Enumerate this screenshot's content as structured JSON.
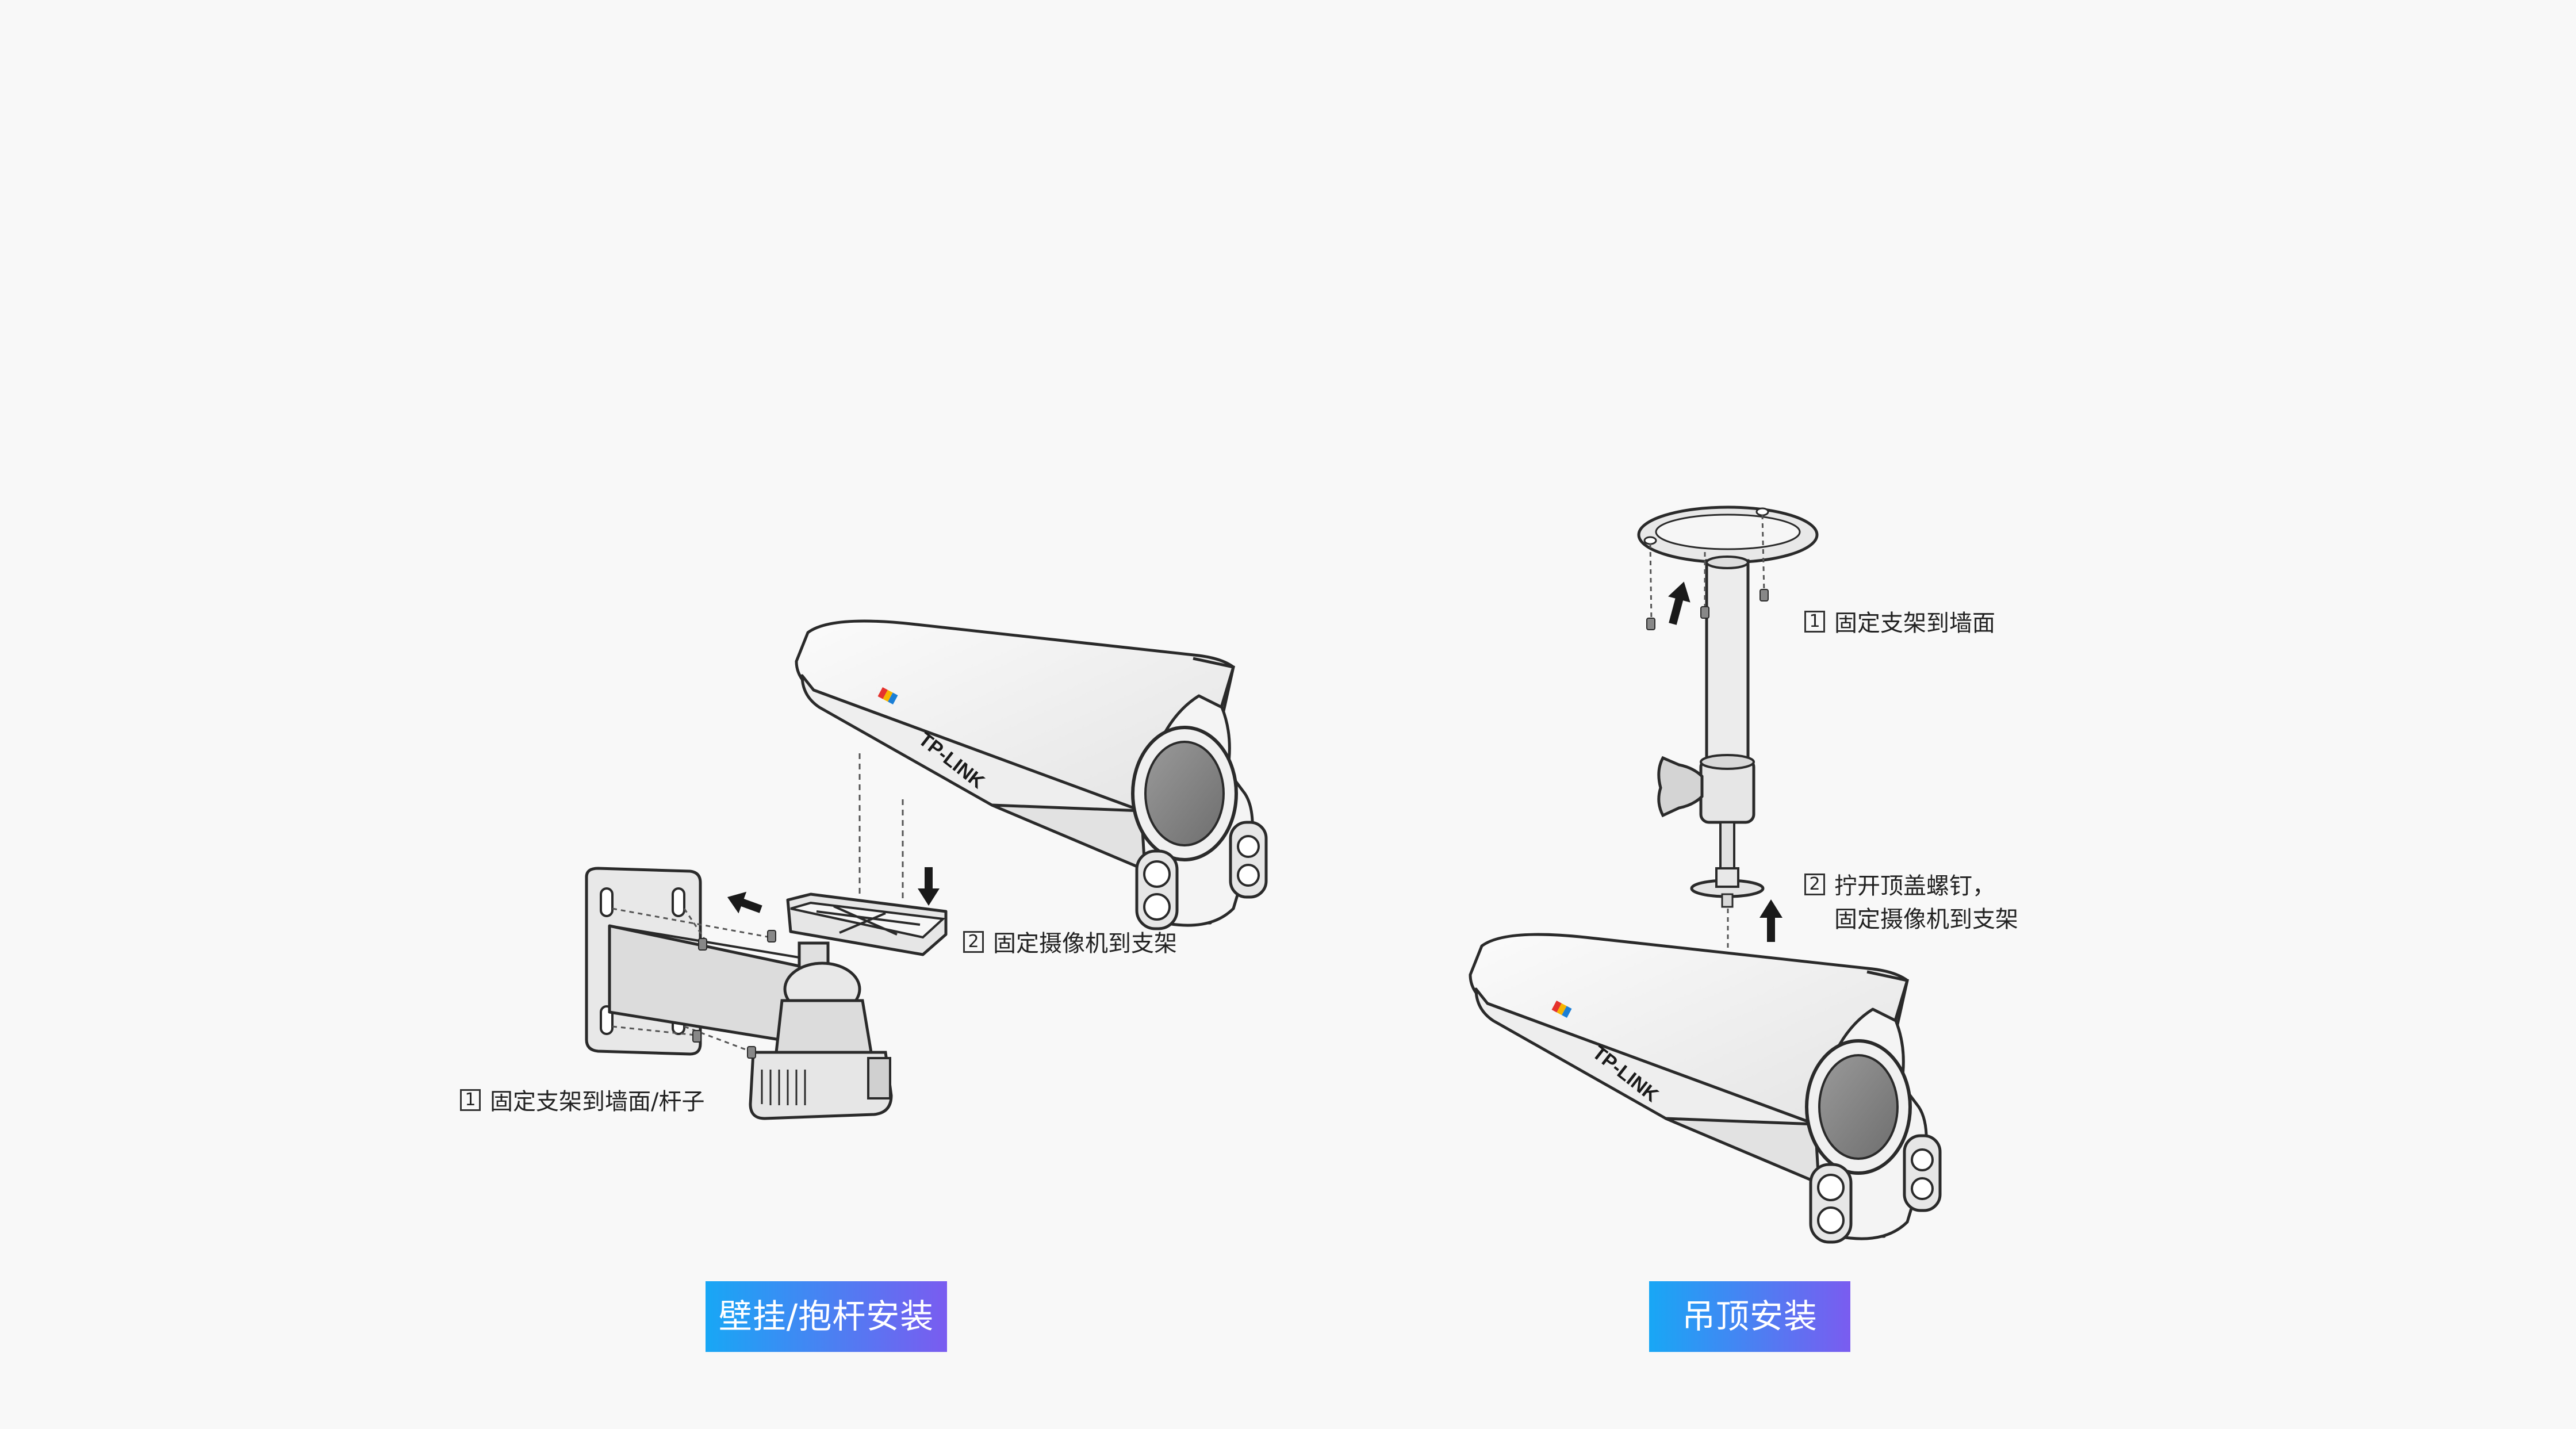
{
  "steps": {
    "wall_step1": {
      "num": "1",
      "text": "固定支架到墙面/杆子"
    },
    "wall_step2": {
      "num": "2",
      "text": "固定摄像机到支架"
    },
    "ceiling_step1": {
      "num": "1",
      "text": "固定支架到墙面"
    },
    "ceiling_step2": {
      "num": "2",
      "line1": "拧开顶盖螺钉，",
      "line2": "固定摄像机到支架"
    }
  },
  "brand": {
    "logo_text": "TP-LINK"
  },
  "badges": {
    "wall": {
      "label": "壁挂/抱杆安装"
    },
    "ceiling": {
      "label": "吊顶安装"
    }
  },
  "colors": {
    "background": "#f8f8f8",
    "badge_gradient_start": "#18a7f5",
    "badge_gradient_end": "#7a5cf0",
    "outline": "#2a2a2a",
    "body_fill": "#ffffff",
    "gray_fill": "#d9d9d9",
    "lens": "#8c8c8c"
  }
}
